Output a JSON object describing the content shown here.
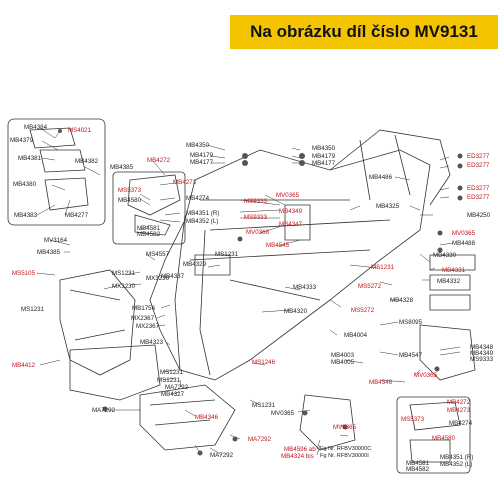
{
  "banner": {
    "text": "Na obrázku díl číslo MV9131"
  },
  "colors": {
    "banner": "#f5c400",
    "label_red": "#c0151b",
    "label_dark": "#222222",
    "line": "#333333"
  },
  "labels": {
    "tl_detail": [
      "MB4384",
      "MS4021",
      "MB4379",
      "MB4381",
      "MB4382",
      "MB4380",
      "MB4383",
      "MB4277",
      "MB4385"
    ],
    "mid_detail": [
      "MB4272",
      "MS5373",
      "MB4580",
      "MB4273",
      "MB4274",
      "MB4581",
      "MB4582",
      "MB4351 (R)",
      "MB4352 (L)"
    ],
    "top_center": [
      "MB4350",
      "MB4179",
      "MB4177"
    ],
    "top_right": [
      "MB4350",
      "MB4179",
      "MB4177",
      "MB4486",
      "ED3277",
      "ED3277",
      "ED3277",
      "ED3277"
    ],
    "center": [
      "MV0365",
      "MS9333",
      "MB4349",
      "MS9333",
      "MB4347",
      "MV0368",
      "MB4545",
      "MB4325",
      "MB4250",
      "MV0365",
      "MB4488",
      "MB4330",
      "MS1231",
      "MB4331",
      "MB4332",
      "MS5272",
      "MS5272",
      "MB4333",
      "MB4320",
      "MB4004",
      "MB4328",
      "MS8095",
      "MB4547",
      "MB4348",
      "MB4349",
      "MS9333",
      "MB4003",
      "MB4005",
      "MB4546",
      "MV0365"
    ],
    "left": [
      "MV3164",
      "MB4385",
      "MS5105",
      "MS4557",
      "MS1231",
      "MB4329",
      "MS1231",
      "MB4337",
      "MX3230",
      "MX3230",
      "MB1756",
      "MX2367",
      "MX2367",
      "MB4412",
      "MB4323",
      "MS1231",
      "MS1231",
      "MA7292",
      "MS1231",
      "MB4327",
      "MA7292",
      "MB4346",
      "MA7292",
      "MA7292",
      "MS1246",
      "MS1231"
    ],
    "bottom": [
      "MV0365",
      "MV0365",
      "MB4596 ab",
      "MB4324 bis"
    ],
    "bottom_notes": [
      "Fg Nr. RFBV30000C",
      "Fg Nr. RFBV30000I"
    ],
    "br_detail": [
      "MB4272",
      "MS5373",
      "MB4273",
      "MB4274",
      "MB4580",
      "MB4581",
      "MB4582",
      "MB4351 (R)",
      "MB4352 (L)"
    ]
  }
}
